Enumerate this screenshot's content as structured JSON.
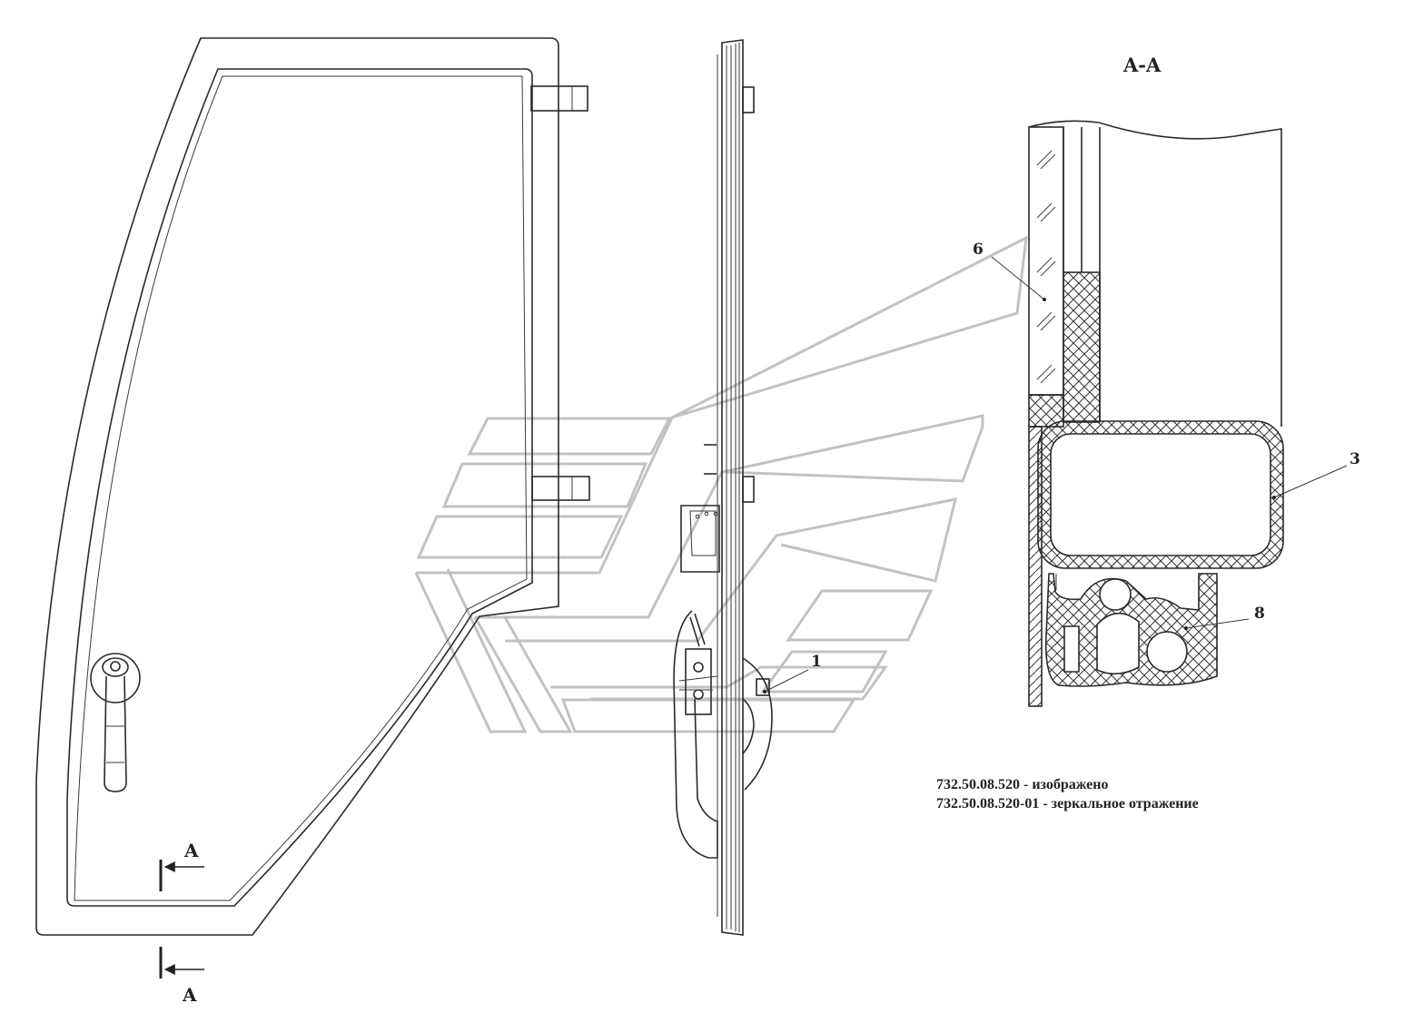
{
  "section": {
    "title": "A-A",
    "cut_letter_top": "A",
    "cut_letter_bottom": "A"
  },
  "callouts": {
    "pos_1": "1",
    "pos_3": "3",
    "pos_6": "6",
    "pos_8": "8"
  },
  "notes": {
    "line_1": "732.50.08.520 - изображено",
    "line_2": "732.50.08.520-01 - зеркальное отражение"
  }
}
